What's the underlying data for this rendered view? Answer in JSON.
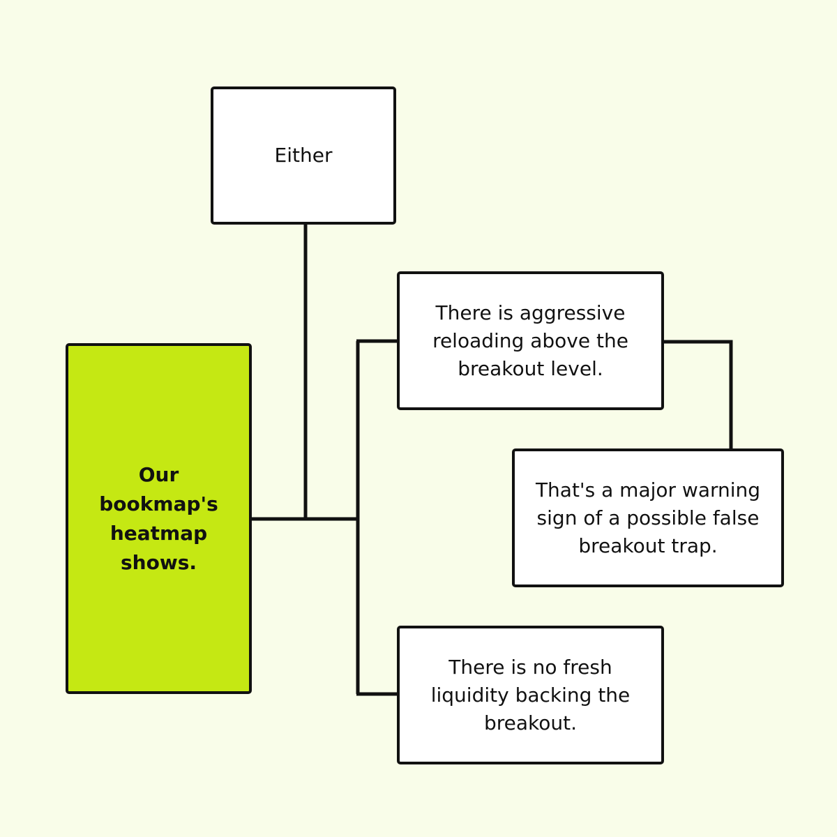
{
  "diagram": {
    "colors": {
      "background": "#f9fde9",
      "box_fill": "#ffffff",
      "source_fill": "#c5e813",
      "stroke": "#111111"
    },
    "nodes": {
      "either": "Either",
      "source": "Our bookmap's heatmap shows.",
      "reload": "There is aggressive reloading above the breakout level.",
      "warning": "That's a major warning sign of a possible false breakout trap.",
      "no_liquidity": "There is no fresh liquidity backing the breakout."
    }
  }
}
